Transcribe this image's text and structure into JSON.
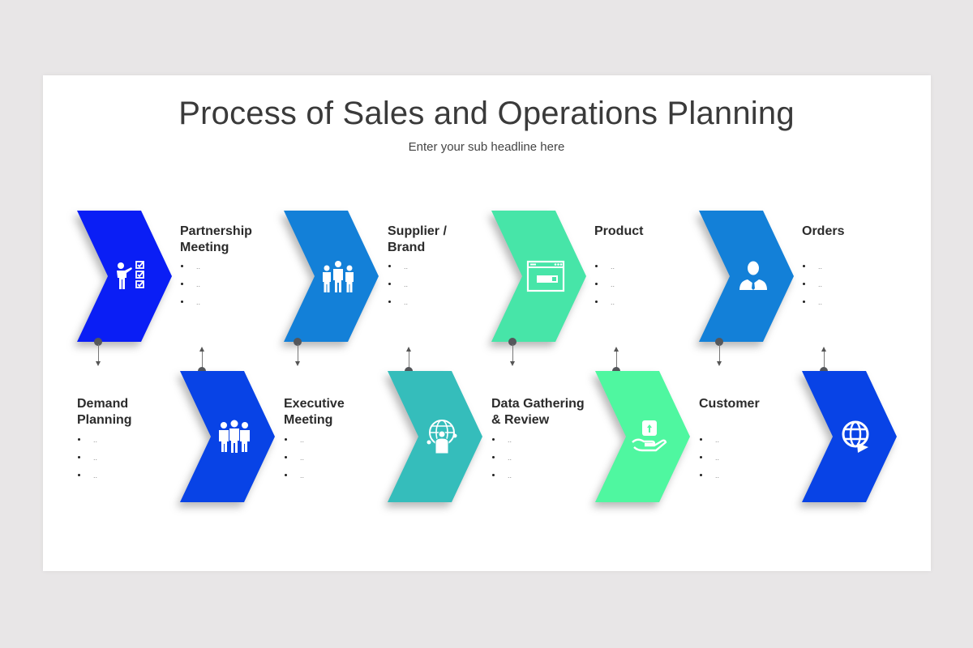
{
  "slide": {
    "title": "Process of Sales and Operations Planning",
    "subtitle": "Enter your sub headline here"
  },
  "steps_top": [
    {
      "label": "Partnership Meeting",
      "icon": "presenter-checklist-icon",
      "color": "#0A1EF5",
      "bullets": [
        "..",
        "..",
        ".."
      ]
    },
    {
      "label": "Supplier / Brand",
      "icon": "people-group-icon",
      "color": "#1380D8",
      "bullets": [
        "..",
        "..",
        ".."
      ]
    },
    {
      "label": "Product",
      "icon": "browser-window-icon",
      "color": "#47E5A8",
      "bullets": [
        "..",
        "..",
        ".."
      ]
    },
    {
      "label": "Orders",
      "icon": "businessman-icon",
      "color": "#1380D8",
      "bullets": [
        "..",
        "..",
        ".."
      ]
    }
  ],
  "steps_bottom": [
    {
      "label": "Demand Planning",
      "icon": "team-icon",
      "color": "#0843E6",
      "bullets": [
        "..",
        "..",
        ".."
      ]
    },
    {
      "label": "Executive Meeting",
      "icon": "global-person-icon",
      "color": "#35BDBB",
      "bullets": [
        "..",
        "..",
        ".."
      ]
    },
    {
      "label": "Data Gathering & Review",
      "icon": "hand-box-icon",
      "color": "#4FF7A0",
      "bullets": [
        "..",
        "..",
        ".."
      ]
    },
    {
      "label": "Customer",
      "icon": "globe-arrow-icon",
      "color": "#0843E6",
      "bullets": [
        "..",
        "..",
        ".."
      ]
    }
  ],
  "colors": {
    "background": "#E8E6E7",
    "slide": "#FFFFFF",
    "title_text": "#3A3A3A",
    "connector": "#55575B"
  }
}
